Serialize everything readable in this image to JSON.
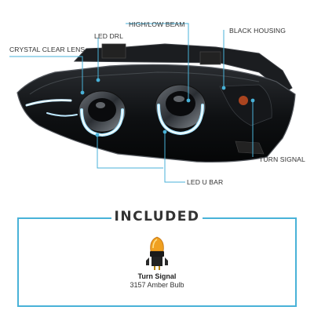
{
  "callouts": {
    "high_low_beam": "HIGH/LOW BEAM",
    "black_housing": "BLACK HOUSING",
    "led_drl": "LED DRL",
    "crystal_clear_lens": "CRYSTAL CLEAR LENS",
    "turn_signal": "TURN SIGNAL",
    "led_u_bar": "LED U BAR"
  },
  "included": {
    "title": "INCLUDED",
    "bulb_name": "Turn Signal",
    "bulb_description": "3157 Amber Bulb"
  },
  "colors": {
    "accent": "#49b2d8",
    "led_glow": "#a8e4ff",
    "amber": "#f0a020"
  }
}
